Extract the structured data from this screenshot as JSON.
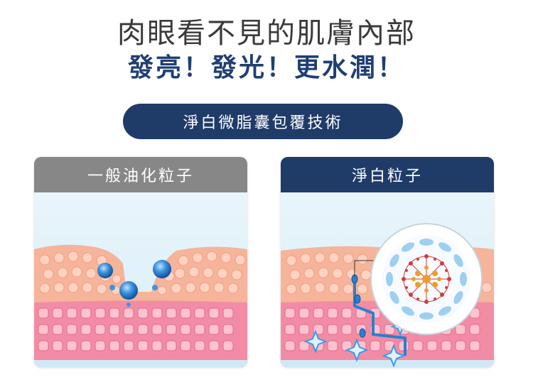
{
  "headline": {
    "line1": "肉眼看不見的肌膚內部",
    "line2": "發亮！發光！更水潤！"
  },
  "badge": {
    "label": "淨白微脂囊包覆技術"
  },
  "panels": {
    "left": {
      "title": "一般油化粒子"
    },
    "right": {
      "title": "淨白粒子"
    }
  },
  "colors": {
    "navy": "#1f3b68",
    "gray_header": "#878787",
    "skin_top": "#f6b79c",
    "skin_bottom": "#f08aa3",
    "particle_blue": "#2b7fd0"
  }
}
